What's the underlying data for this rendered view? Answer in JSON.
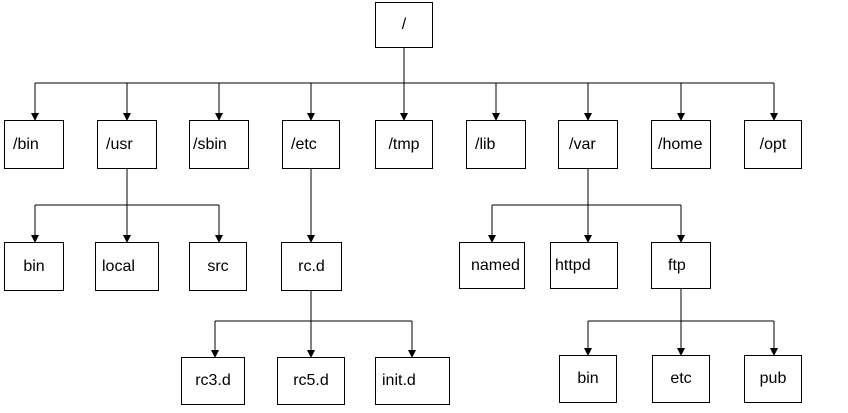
{
  "tree": {
    "root": {
      "label": "/"
    },
    "level1": [
      {
        "id": "bin",
        "label": "/bin"
      },
      {
        "id": "usr",
        "label": "/usr"
      },
      {
        "id": "sbin",
        "label": "/sbin"
      },
      {
        "id": "etc",
        "label": "/etc"
      },
      {
        "id": "tmp",
        "label": "/tmp"
      },
      {
        "id": "lib",
        "label": "/lib"
      },
      {
        "id": "var",
        "label": "/var"
      },
      {
        "id": "home",
        "label": "/home"
      },
      {
        "id": "opt",
        "label": "/opt"
      }
    ],
    "usr_children": [
      {
        "id": "usr-bin",
        "label": "bin"
      },
      {
        "id": "usr-local",
        "label": "local"
      },
      {
        "id": "usr-src",
        "label": "src"
      }
    ],
    "etc_children": [
      {
        "id": "etc-rcd",
        "label": "rc.d"
      }
    ],
    "rcd_children": [
      {
        "id": "rc3d",
        "label": "rc3.d"
      },
      {
        "id": "rc5d",
        "label": "rc5.d"
      },
      {
        "id": "initd",
        "label": "init.d"
      }
    ],
    "var_children": [
      {
        "id": "var-named",
        "label": "named"
      },
      {
        "id": "var-httpd",
        "label": "httpd"
      },
      {
        "id": "var-ftp",
        "label": "ftp"
      }
    ],
    "ftp_children": [
      {
        "id": "ftp-bin",
        "label": "bin"
      },
      {
        "id": "ftp-etc",
        "label": "etc"
      },
      {
        "id": "ftp-pub",
        "label": "pub"
      }
    ]
  }
}
